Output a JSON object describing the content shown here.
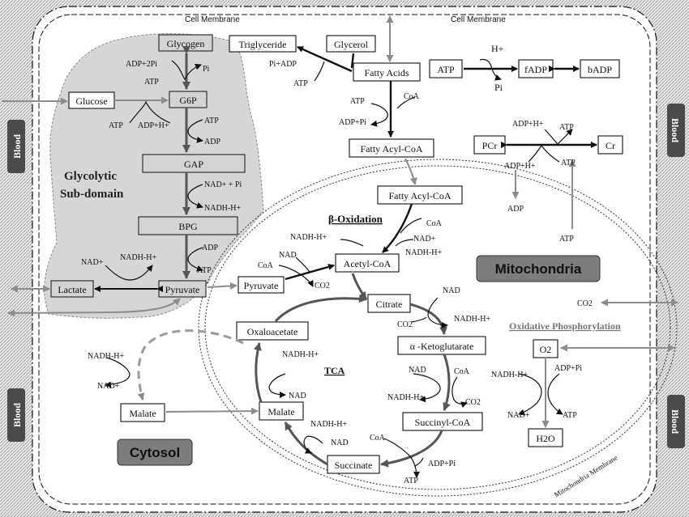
{
  "membrane": {
    "cell_left": "Cell Membrane",
    "cell_right": "Cell Membrane",
    "mito": "Mitochondria Membrane"
  },
  "blood": [
    "Blood",
    "Blood",
    "Blood",
    "Blood"
  ],
  "regions": {
    "glycolytic_1": "Glycolytic",
    "glycolytic_2": "Sub-domain",
    "cytosol": "Cytosol",
    "mitochondria": "Mitochondria",
    "tca": "TCA",
    "beta_ox": "β-Oxidation",
    "ox_phos": "Oxidative Phosphorylation"
  },
  "nodes": {
    "glycogen": "Glycogen",
    "glucose": "Glucose",
    "g6p": "G6P",
    "gap": "GAP",
    "bpg": "BPG",
    "pyruvate_cyt": "Pyruvate",
    "lactate": "Lactate",
    "triglyceride": "Triglyceride",
    "glycerol": "Glycerol",
    "fatty_acids": "Fatty Acids",
    "atp": "ATP",
    "fadp": "fADP",
    "badp": "bADP",
    "pcr": "PCr",
    "cr": "Cr",
    "fatty_acyl_coa_cyt": "Fatty Acyl-CoA",
    "fatty_acyl_coa_mito": "Fatty Acyl-CoA",
    "acetyl_coa": "Acetyl-CoA",
    "pyruvate_mito": "Pyruvate",
    "citrate": "Citrate",
    "oxaloacetate": "Oxaloacetate",
    "a_ketoglutarate": "α -Ketoglutarate",
    "succinyl_coa": "Succinyl-CoA",
    "succinate": "Succinate",
    "malate_mito": "Malate",
    "malate_cyt": "Malate",
    "o2": "O2",
    "h2o": "H2O"
  },
  "small_labels": {
    "adp2pi": "ADP+2Pi",
    "atp_gly": "ATP",
    "pi_gly": "Pi",
    "atp_glu": "ATP",
    "adph_glu": "ADP+H+",
    "atp_g6p": "ATP",
    "adp_g6p": "ADP",
    "nadpi": "NAD+ + Pi",
    "nadhh_gap": "NADH-H+",
    "adp_bpg": "ADP",
    "atp_bpg": "ATP",
    "nad_lac": "NAD+",
    "nadhh_lac": "NADH-H+",
    "piadp_tg": "Pi+ADP",
    "atp_tg": "ATP",
    "h_plus": "H+",
    "pi_atp": "Pi",
    "atp_fa": "ATP",
    "coa_fa": "CoA",
    "adppi_fa": "ADP+Pi",
    "adph_pcr": "ADP+H+",
    "atp_pcr": "ATP",
    "adph_pcr2": "ADP+H+",
    "atp_pcr2": "ATP",
    "adp_pcr": "ADP",
    "atp_pcr3": "ATP",
    "coa_beta": "CoA",
    "nad_beta": "NAD+",
    "nadhh_beta": "NADH-H+",
    "nadhh_beta2": "NADH-H+",
    "coa_pyr": "CoA",
    "nad_pyr": "NAD",
    "co2_pyr": "CO2",
    "nad_cit": "NAD",
    "nadhh_cit": "NADH-H+",
    "co2_cit": "CO2",
    "nad_akg": "NAD",
    "coa_akg": "CoA",
    "nadhh_akg": "NADH-H+",
    "co2_akg": "CO2",
    "coa_suc": "CoA",
    "adppi_suc": "ADP+Pi",
    "atp_suc": "ATP",
    "nadhh_mal": "NADH-H+",
    "nad_mal": "NAD",
    "nadhh_oax": "NADH-H+",
    "nad_oax": "NAD",
    "nadhh_cyt": "NADH-H+",
    "nad_cyt": "NAD+",
    "co2_mito": "CO2",
    "nadhh_ox": "NADH-H+",
    "adppi_ox": "ADP+Pi",
    "nad_ox": "NAD+",
    "atp_ox": "ATP"
  }
}
